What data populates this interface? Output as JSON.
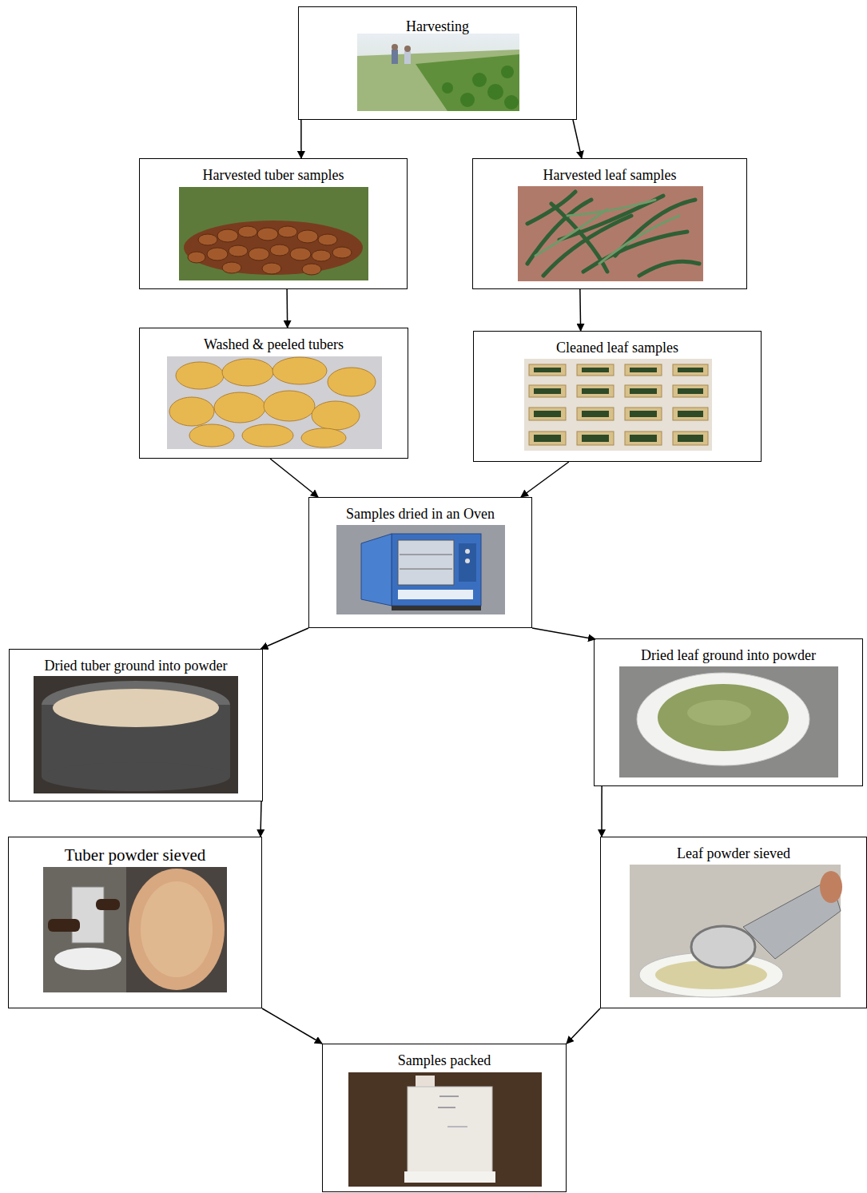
{
  "diagram": {
    "nodes": [
      {
        "text": [
          "Harvesting"
        ]
      },
      {
        "text": [
          "Harvested tuber samples"
        ]
      },
      {
        "text": [
          "Harvested leaf samples"
        ]
      },
      {
        "text": [
          "Washed & peeled tubers"
        ]
      },
      {
        "text": [
          "Cleaned leaf samples"
        ]
      },
      {
        "text": [
          "Samples dried in an Oven"
        ]
      },
      {
        "text": [
          "Dried tuber ground into powder"
        ]
      },
      {
        "text": [
          "Dried leaf ground into powder"
        ]
      },
      {
        "text": [
          "Tuber powder sieved"
        ]
      },
      {
        "text": [
          "Leaf powder sieved"
        ]
      },
      {
        "text": [
          "Samples packed"
        ]
      }
    ],
    "edges": [
      {
        "from": 0,
        "to": 1,
        "arrow": "to"
      },
      {
        "from": 0,
        "to": 2,
        "arrow": "to"
      },
      {
        "from": 1,
        "to": 3,
        "arrow": "to"
      },
      {
        "from": 2,
        "to": 4,
        "arrow": "to"
      },
      {
        "from": 3,
        "to": 5,
        "arrow": "to"
      },
      {
        "from": 4,
        "to": 5,
        "arrow": "to"
      },
      {
        "from": 5,
        "to": 6,
        "arrow": "to"
      },
      {
        "from": 5,
        "to": 7,
        "arrow": "to"
      },
      {
        "from": 6,
        "to": 8,
        "arrow": "to"
      },
      {
        "from": 7,
        "to": 9,
        "arrow": "to"
      },
      {
        "from": 8,
        "to": 10,
        "arrow": "to"
      },
      {
        "from": 9,
        "to": 10,
        "arrow": "to"
      }
    ]
  }
}
